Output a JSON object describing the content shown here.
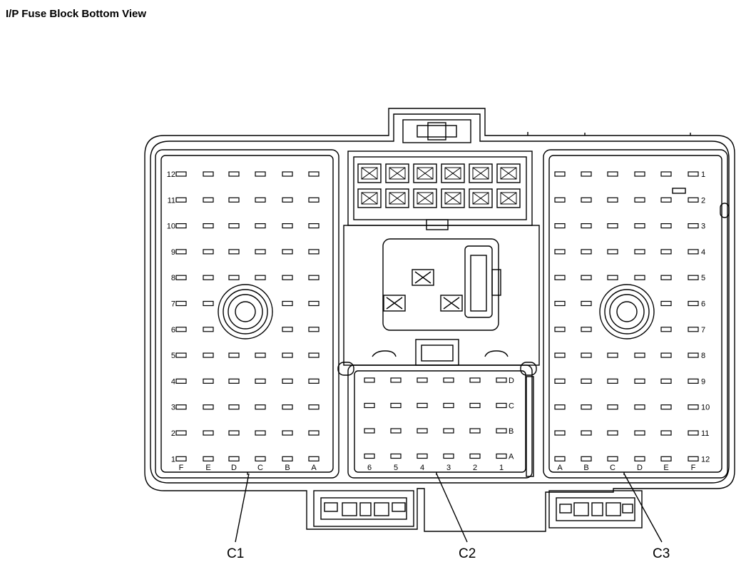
{
  "title": "I/P Fuse Block Bottom View",
  "connectors": {
    "c1": {
      "callout": "C1",
      "row_labels": [
        "12",
        "11",
        "10",
        "9",
        "8",
        "7",
        "6",
        "5",
        "4",
        "3",
        "2",
        "1"
      ],
      "col_labels": [
        "F",
        "E",
        "D",
        "C",
        "B",
        "A"
      ]
    },
    "c2": {
      "callout": "C2",
      "row_labels": [
        "D",
        "C",
        "B",
        "A"
      ],
      "col_labels": [
        "6",
        "5",
        "4",
        "3",
        "2",
        "1"
      ]
    },
    "c3": {
      "callout": "C3",
      "row_labels": [
        "1",
        "2",
        "3",
        "4",
        "5",
        "6",
        "7",
        "8",
        "9",
        "10",
        "11",
        "12"
      ],
      "col_labels": [
        "A",
        "B",
        "C",
        "D",
        "E",
        "F"
      ]
    }
  },
  "colors": {
    "line": "#000000",
    "background": "#ffffff"
  }
}
